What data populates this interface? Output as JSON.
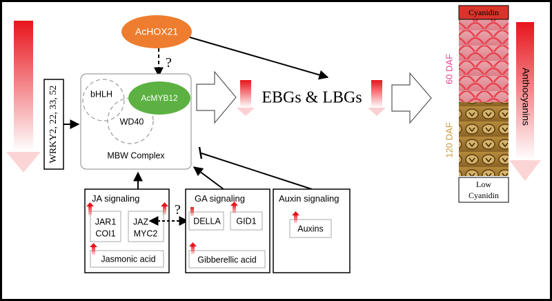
{
  "nodes": {
    "achox21": "AcHOX21",
    "question_top": "?",
    "bhlh": "bHLH",
    "acmyb12": "AcMYB12",
    "wd40": "WD40",
    "mbw_complex": "MBW Complex",
    "wrky": "WRKY2, 22, 33, 52",
    "ebgs_lbgs": "EBGs & LBGs"
  },
  "fruit": {
    "cyanidin_top": "Cyanidin",
    "daf60": "60 DAF",
    "daf120": "120 DAF",
    "low_cyanidin_line1": "Low",
    "low_cyanidin_line2": "Cyanidin",
    "anthocyanins": "Anthocyanins"
  },
  "ja": {
    "title": "JA signaling",
    "jar1": "JAR1",
    "coi1": "COI1",
    "jaz": "JAZ",
    "myc2": "MYC2",
    "jasmonic_acid": "Jasmonic acid",
    "question": "?"
  },
  "ga": {
    "title": "GA signaling",
    "della": "DELLA",
    "gid1": "GID1",
    "gibberellic_acid": "Gibberellic acid"
  },
  "auxin": {
    "title": "Auxin signaling",
    "auxins": "Auxins"
  },
  "colors": {
    "gradient_red": "#e8141c",
    "achox21_fill": "#ee7d2f",
    "acmyb12_fill": "#5cb142",
    "daf60_text": "#e0478f",
    "daf120_text": "#c99a3c",
    "cyanidin_box": "#d9342b"
  }
}
